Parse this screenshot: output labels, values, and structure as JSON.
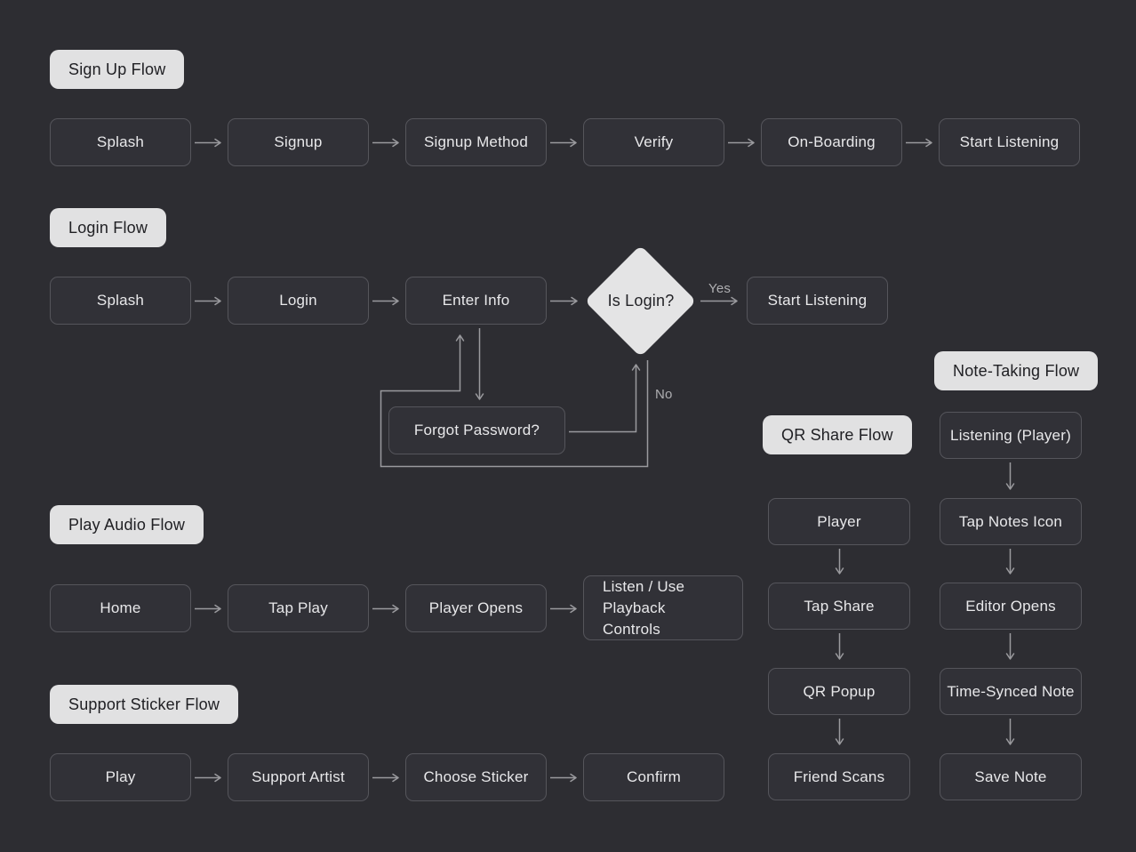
{
  "colors": {
    "background": "#2d2d32",
    "node_fill": "#313137",
    "node_border": "#55555b",
    "node_text": "#e8e8ea",
    "label_chip_fill": "#e1e1e2",
    "label_chip_text": "#202024",
    "decision_fill": "#e4e4e5",
    "decision_text": "#232327",
    "connector": "#9a9a9e",
    "edge_label_text": "#aeaeb1"
  },
  "flows": {
    "signup": {
      "title": "Sign Up Flow",
      "nodes": [
        "Splash",
        "Signup",
        "Signup Method",
        "Verify",
        "On-Boarding",
        "Start Listening"
      ]
    },
    "login": {
      "title": "Login Flow",
      "nodes": [
        "Splash",
        "Login",
        "Enter Info"
      ],
      "decision": "Is Login?",
      "yes_label": "Yes",
      "no_label": "No",
      "yes_node": "Start Listening",
      "forgot_node": "Forgot Password?"
    },
    "play_audio": {
      "title": "Play Audio Flow",
      "nodes": [
        "Home",
        "Tap Play",
        "Player Opens",
        "Listen / Use Playback Controls"
      ]
    },
    "support_sticker": {
      "title": "Support Sticker Flow",
      "nodes": [
        "Play",
        "Support Artist",
        "Choose Sticker",
        "Confirm"
      ]
    },
    "qr_share": {
      "title": "QR Share Flow",
      "nodes": [
        "Player",
        "Tap Share",
        "QR Popup",
        "Friend Scans"
      ]
    },
    "note_taking": {
      "title": "Note-Taking Flow",
      "nodes": [
        "Listening (Player)",
        "Tap Notes Icon",
        "Editor Opens",
        "Time-Synced Note",
        "Save Note"
      ]
    }
  }
}
